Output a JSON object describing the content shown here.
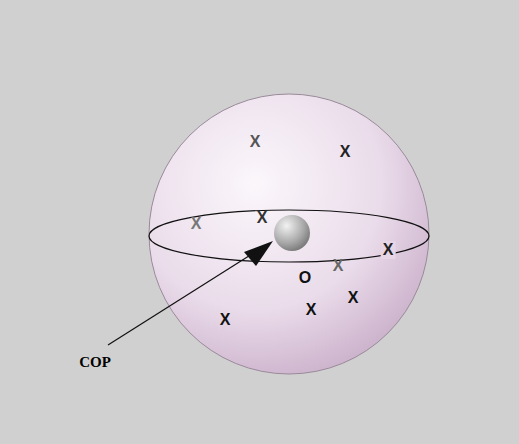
{
  "diagram": {
    "labels": [
      "X",
      "X",
      "X",
      "X",
      "X",
      "X",
      "O",
      "X",
      "X",
      "X",
      "COP"
    ]
  }
}
